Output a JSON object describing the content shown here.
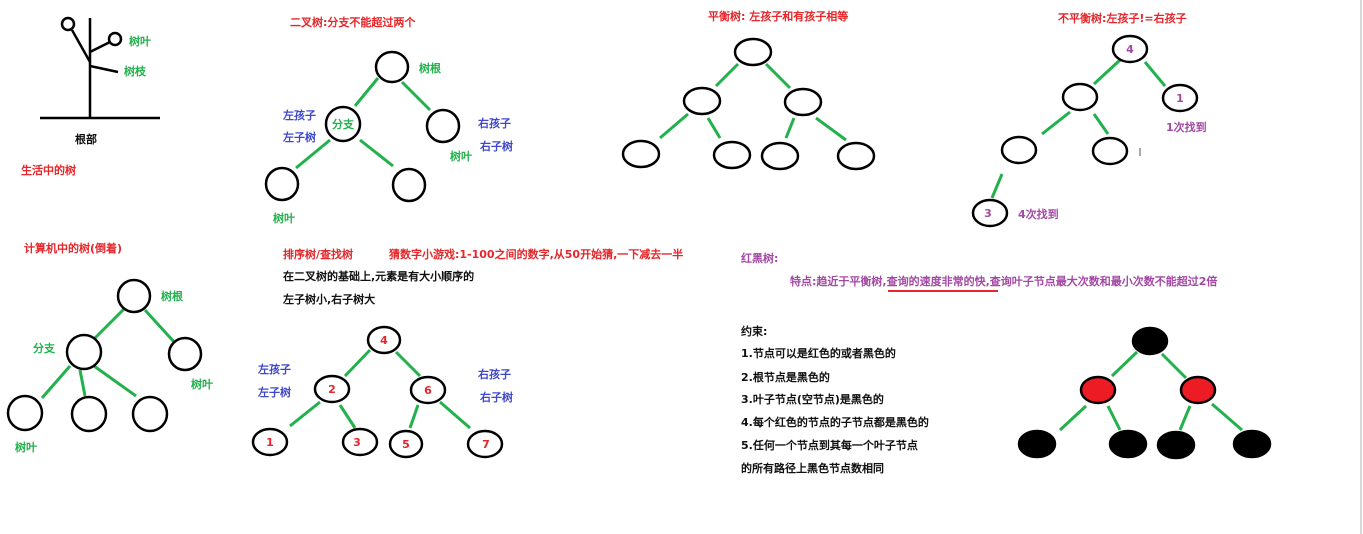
{
  "life_tree": {
    "leaf": "树叶",
    "branch": "树枝",
    "root": "根部",
    "caption": "生活中的树"
  },
  "computer_tree": {
    "title": "计算机中的树(倒着)",
    "root": "树根",
    "branch": "分支",
    "leaf_right": "树叶",
    "leaf_bottom": "树叶"
  },
  "binary_tree": {
    "title": "二叉树:分支不能超过两个",
    "root": "树根",
    "left_child": "左孩子",
    "left_subtree": "左子树",
    "branch": "分支",
    "right_child": "右孩子",
    "right_subtree": "右子树",
    "leaf_right": "树叶",
    "leaf_bottom": "树叶"
  },
  "sorted_tree": {
    "title": "排序树/查找树",
    "game": "猜数字小游戏:1-100之间的数字,从50开始猜,一下减去一半",
    "desc1": "在二叉树的基础上,元素是有大小顺序的",
    "desc2": "左子树小,右子树大",
    "left_child": "左孩子",
    "left_subtree": "左子树",
    "right_child": "右孩子",
    "right_subtree": "右子树",
    "nodes": [
      "4",
      "2",
      "6",
      "1",
      "3",
      "5",
      "7"
    ]
  },
  "balanced_tree": {
    "title": "平衡树: 左孩子和有孩子相等"
  },
  "unbalanced_tree": {
    "title": "不平衡树:左孩子!=右孩子",
    "nodes": [
      "4",
      "1",
      "3"
    ],
    "found_once": "1次找到",
    "found_four": "4次找到"
  },
  "red_black_tree": {
    "title": "红黑树:",
    "feature_prefix": "特点:趋近于平衡树,",
    "feature_highlight": "查询的速度非常的快",
    "feature_suffix": ",查询叶子节点最大次数和最小次数不能超过2倍",
    "constraints_title": "约束:",
    "rules": [
      "1.节点可以是红色的或者黑色的",
      "2.根节点是黑色的",
      "3.叶子节点(空节点)是黑色的",
      "4.每个红色的节点的子节点都是黑色的",
      "5.任何一个节点到其每一个叶子节点",
      "的所有路径上黑色节点数相同"
    ]
  },
  "colors": {
    "edge": "#22b14c",
    "text_red": "#e5262a",
    "text_green": "#22b14c",
    "text_blue": "#3f48cc",
    "text_purple": "#a349a4",
    "rb_red": "#ed1c24",
    "rb_black": "#000000"
  }
}
